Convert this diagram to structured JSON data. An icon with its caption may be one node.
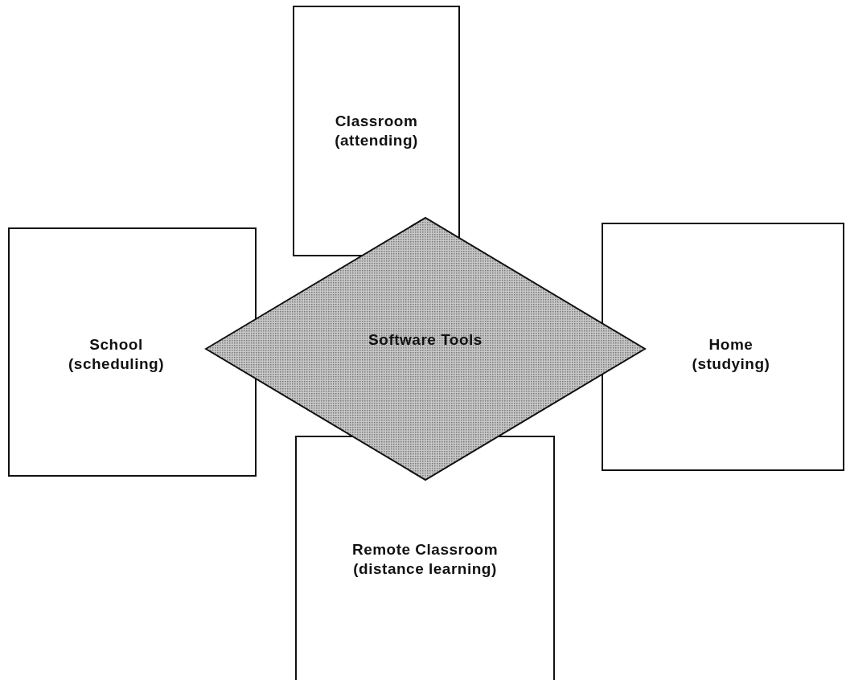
{
  "diagram": {
    "nodes": [
      {
        "text": [
          "Classroom",
          "(attending)"
        ]
      },
      {
        "text": [
          "School",
          "(scheduling)"
        ]
      },
      {
        "text": [
          "Software Tools"
        ]
      },
      {
        "text": [
          "Home",
          "(studying)"
        ]
      },
      {
        "text": [
          "Remote Classroom",
          "(distance learning)"
        ]
      }
    ]
  }
}
